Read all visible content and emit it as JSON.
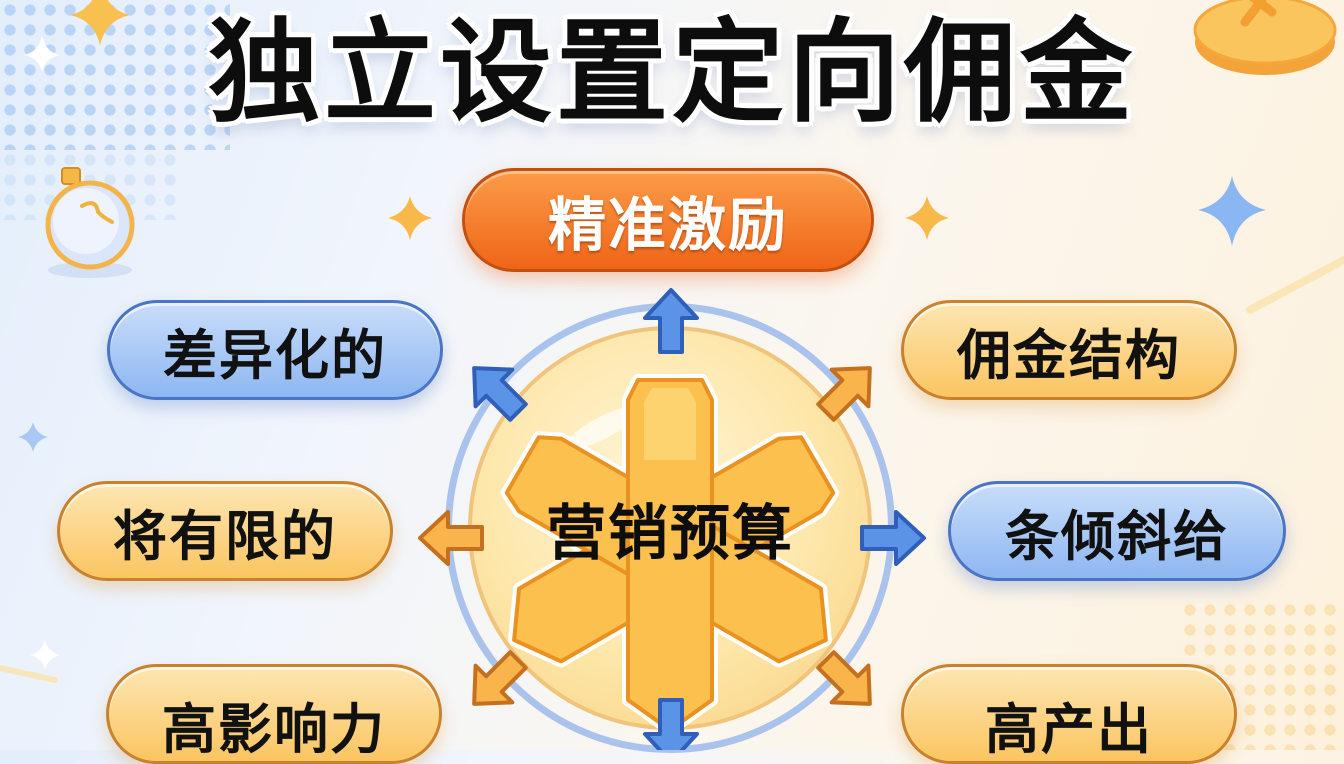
{
  "title": "独立设置定向佣金",
  "center": {
    "label": "营销预算"
  },
  "nodes": [
    {
      "id": "top",
      "label": "精准激励",
      "style": "orange"
    },
    {
      "id": "upper-left",
      "label": "差异化的",
      "style": "blue"
    },
    {
      "id": "upper-right",
      "label": "佣金结构",
      "style": "gold"
    },
    {
      "id": "left",
      "label": "将有限的",
      "style": "gold"
    },
    {
      "id": "right",
      "label": "条倾斜给",
      "style": "blue"
    },
    {
      "id": "lower-left",
      "label": "高影响力",
      "style": "gold"
    },
    {
      "id": "lower-right",
      "label": "高产出",
      "style": "gold"
    }
  ],
  "colors": {
    "blue_arrow": "#5b93e6",
    "blue_stroke": "#2f5fb8",
    "gold_arrow": "#f9b54c",
    "gold_stroke": "#c4701f",
    "orange_pill": "#f27a2a"
  },
  "icons": [
    "sparkle-icon",
    "stopwatch-icon",
    "coin-icon",
    "asterisk-icon"
  ]
}
